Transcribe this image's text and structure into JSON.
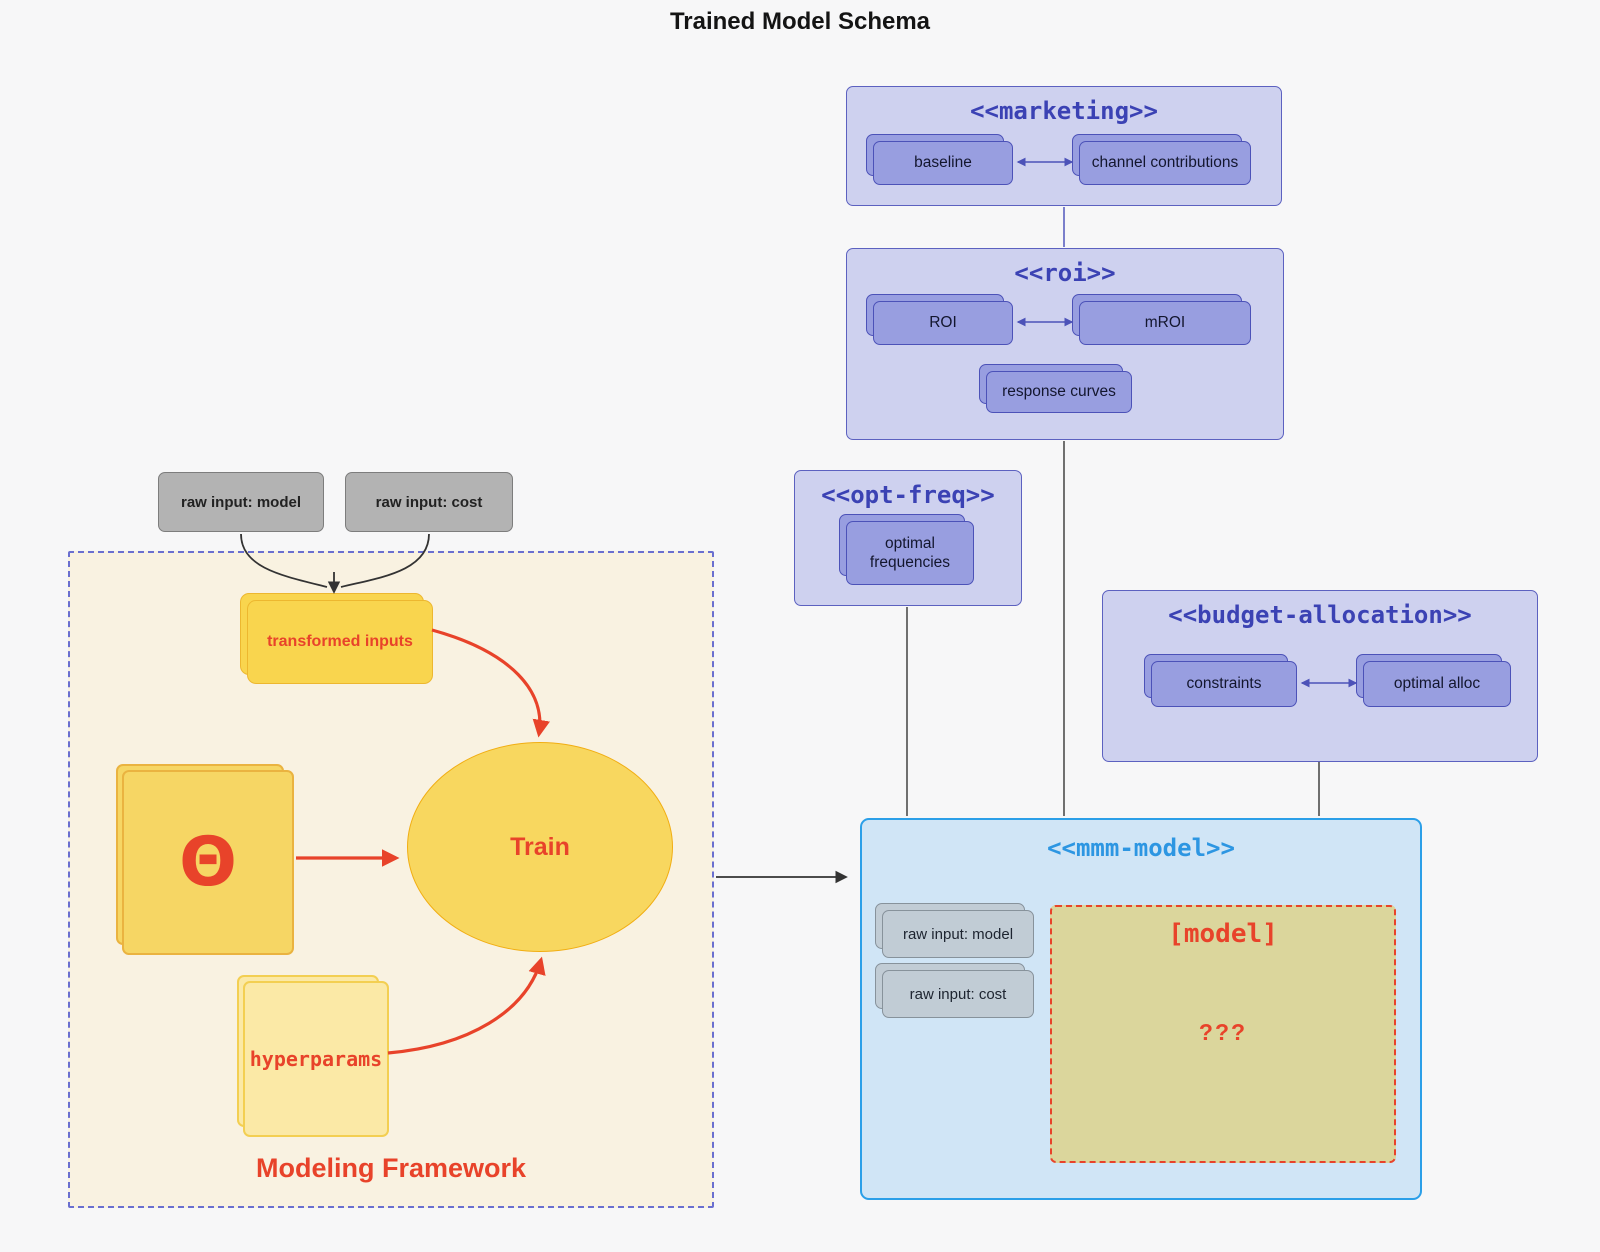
{
  "title": "Trained Model Schema",
  "colors": {
    "indigo_border": "#5c61c0",
    "indigo_text": "#3b42b4",
    "lavender_fill": "#ced1ef",
    "purple_node_fill": "#989ee0",
    "blue_border": "#2b9fe8",
    "blue_text": "#2d96e2",
    "light_blue_fill": "#d0e5f6",
    "red_accent": "#e8432a",
    "khaki_fill": "#dbd69c",
    "cream_fill": "#f9f2e1",
    "yellow_fill": "#f9d54e",
    "pale_yellow_fill": "#fbe9a6",
    "gray_fill": "#b3b3b3",
    "gray_blue_fill": "#c1ccd5",
    "connector_dark": "#444444"
  },
  "marketing": {
    "title": "<<marketing>>",
    "baseline": "baseline",
    "channel": "channel contributions"
  },
  "roi": {
    "title": "<<roi>>",
    "roi": "ROI",
    "mroi": "mROI",
    "response": "response curves"
  },
  "opt_freq": {
    "title": "<<opt-freq>>",
    "optimal": "optimal frequencies"
  },
  "budget": {
    "title": "<<budget-allocation>>",
    "constraints": "constraints",
    "optimal_alloc": "optimal alloc"
  },
  "mmm": {
    "title": "<<mmm-model>>",
    "raw_model": "raw input: model",
    "raw_cost": "raw input: cost",
    "model_title": "[model]",
    "model_placeholder": "???"
  },
  "framework": {
    "label": "Modeling Framework",
    "raw_model": "raw input: model",
    "raw_cost": "raw input: cost",
    "transformed": "transformed inputs",
    "theta": "Θ",
    "train": "Train",
    "hyperparams": "hyperparams"
  }
}
